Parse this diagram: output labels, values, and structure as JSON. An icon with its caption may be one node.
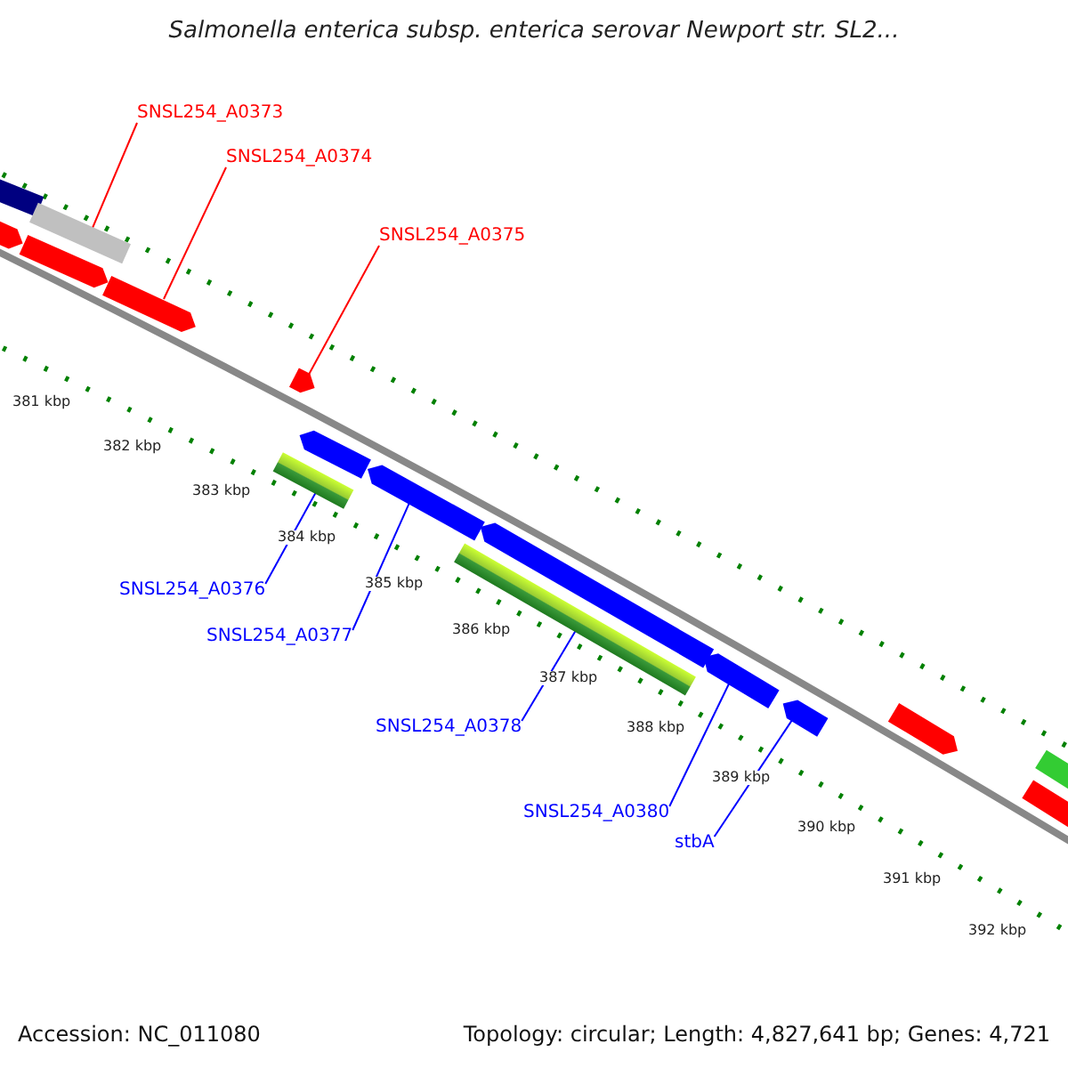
{
  "diagram": {
    "title": "Salmonella enterica subsp. enterica serovar Newport str. SL2...",
    "nodes": [
      {
        "text": [
          "SNSL254_A0373"
        ]
      },
      {
        "text": [
          "SNSL254_A0374"
        ]
      },
      {
        "text": [
          "SNSL254_A0375"
        ]
      },
      {
        "text": [
          "SNSL254_A0376"
        ]
      },
      {
        "text": [
          "SNSL254_A0377"
        ]
      },
      {
        "text": [
          "SNSL254_A0378"
        ]
      },
      {
        "text": [
          "SNSL254_A0380"
        ]
      },
      {
        "text": [
          "stbA"
        ]
      },
      {
        "text": [],
        "shape": "bar"
      },
      {
        "text": [],
        "shape": "bar"
      },
      {
        "text": [],
        "shape": "bar"
      },
      {
        "text": [],
        "shape": "bar"
      },
      {
        "text": [],
        "shape": "bar"
      },
      {
        "text": [],
        "shape": "bar"
      },
      {
        "text": [],
        "shape": "bar"
      },
      {
        "text": [],
        "shape": "bar"
      },
      {
        "text": [],
        "shape": "bar"
      },
      {
        "text": [],
        "shape": "bar"
      },
      {
        "text": [],
        "shape": "bar"
      },
      {
        "text": [],
        "shape": "bar"
      },
      {
        "text": [],
        "shape": "bar"
      },
      {
        "text": [],
        "shape": "bar"
      },
      {
        "text": [],
        "shape": "bar"
      },
      {
        "text": [],
        "shape": "bar"
      }
    ],
    "edges": [
      {
        "from": 0,
        "to": 10,
        "arrow": "none",
        "color": "#ff0000"
      },
      {
        "from": 1,
        "to": 12,
        "arrow": "none",
        "color": "#ff0000"
      },
      {
        "from": 2,
        "to": 13,
        "arrow": "none",
        "color": "#ff0000"
      },
      {
        "from": 3,
        "to": 14,
        "arrow": "none"
      },
      {
        "from": 4,
        "to": 16,
        "arrow": "none"
      },
      {
        "from": 5,
        "to": 17,
        "arrow": "none"
      },
      {
        "from": 6,
        "to": 19,
        "arrow": "none"
      },
      {
        "from": 7,
        "to": 20,
        "arrow": "none"
      }
    ],
    "labels": [
      "381 kbp",
      "382 kbp",
      "383 kbp",
      "384 kbp",
      "385 kbp",
      "386 kbp",
      "387 kbp",
      "388 kbp",
      "389 kbp",
      "390 kbp",
      "391 kbp",
      "392 kbp",
      "Accession: NC_011080",
      "Topology: circular; Length: 4,827,641 bp; Genes: 4,721"
    ]
  }
}
